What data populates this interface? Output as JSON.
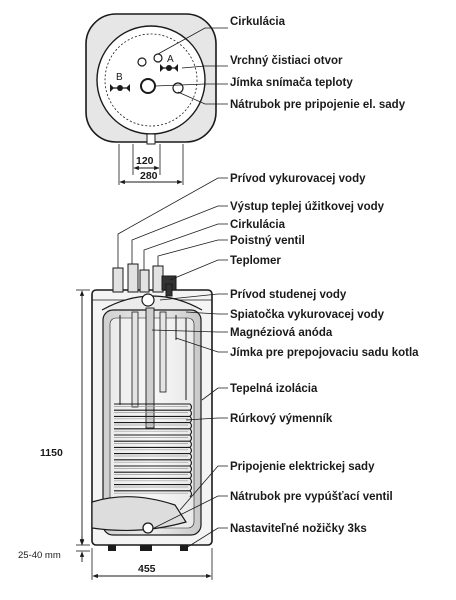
{
  "top_view": {
    "labels": [
      "Cirkulácia",
      "Vrchný čistiaci otvor",
      "Jímka snímača teploty",
      "Nátrubok pre pripojenie el. sady"
    ],
    "port_a": "A",
    "port_b": "B",
    "dim_inner": "120",
    "dim_outer": "280"
  },
  "side_view": {
    "labels": [
      "Prívod vykurovacej vody",
      "Výstup teplej úžitkovej vody",
      "Cirkulácia",
      "Poistný ventil",
      "Teplomer",
      "Prívod studenej vody",
      "Spiatočka vykurovacej vody",
      "Magnéziová anóda",
      "Jímka pre prepojovaciu sadu kotla",
      "Tepelná izolácia",
      "Rúrkový výmenník",
      "Pripojenie elektrickej sady",
      "Nátrubok pre vypúšťací ventil",
      "Nastaviteľné nožičky 3ks"
    ],
    "dim_height": "1150",
    "dim_feet": "25-40 mm",
    "dim_width": "455"
  },
  "colors": {
    "line": "#1a1a1a",
    "fill_light": "#e9e9e9",
    "fill_tank": "#d6d6d6",
    "fill_insulation": "#f4f4f4"
  }
}
